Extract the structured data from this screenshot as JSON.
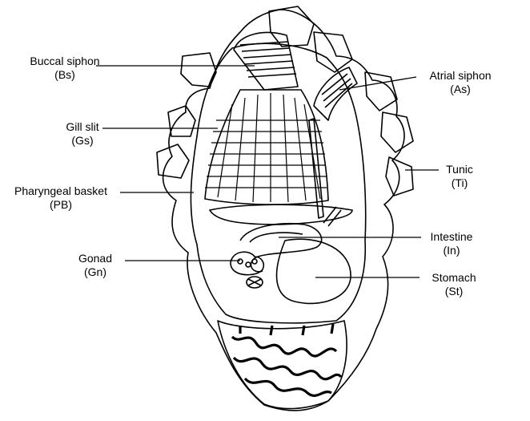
{
  "diagram": {
    "labels": [
      {
        "id": "buccal-siphon",
        "name": "Buccal siphon",
        "abbr": "(Bs)"
      },
      {
        "id": "gill-slit",
        "name": "Gill slit",
        "abbr": "(Gs)"
      },
      {
        "id": "pharyngeal-basket",
        "name": "Pharyngeal basket",
        "abbr": "(PB)"
      },
      {
        "id": "gonad",
        "name": "Gonad",
        "abbr": "(Gn)"
      },
      {
        "id": "atrial-siphon",
        "name": "Atrial siphon",
        "abbr": "(As)"
      },
      {
        "id": "tunic",
        "name": "Tunic",
        "abbr": "(Ti)"
      },
      {
        "id": "intestine",
        "name": "Intestine",
        "abbr": "(In)"
      },
      {
        "id": "stomach",
        "name": "Stomach",
        "abbr": "(St)"
      }
    ],
    "colors": {
      "ink": "#000000",
      "background": "#ffffff"
    }
  }
}
